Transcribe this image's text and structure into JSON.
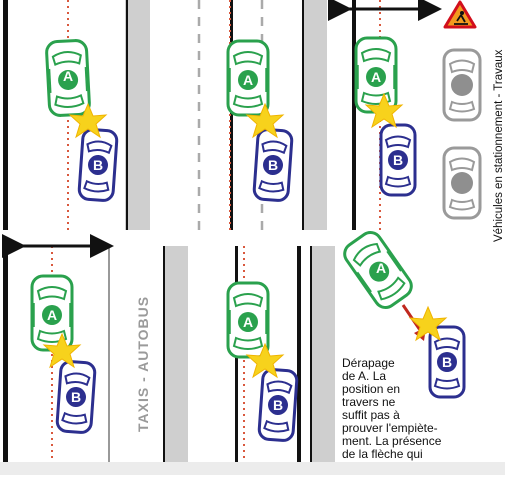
{
  "colors": {
    "car_a": "#2aa14d",
    "car_b": "#2c2f8f",
    "parked_car": "#9a9a9a",
    "impact_star": "#f7d21c",
    "lane_line": "#d9583d",
    "separator": "#cfcfcf",
    "skid_arrow": "#c0281e"
  },
  "icons": {
    "impact": "star-icon",
    "road_works": "roadworks-warning-icon",
    "width_arrow": "double-arrow-icon"
  },
  "cars": {
    "a_label": "A",
    "b_label": "B"
  },
  "labels": {
    "taxis_autobus": "TAXIS - AUTOBUS",
    "parked_works": "Véhicules en stationnement - Travaux",
    "skid_line1": "Dérapage",
    "skid_line2": "de A. La",
    "skid_line3": "position en",
    "skid_line4": "travers ne",
    "skid_line5": "suffit pas à",
    "skid_line6": "prouver l'empiète-",
    "skid_line7": "ment. La présence",
    "skid_line8": "de la flèche qui"
  }
}
